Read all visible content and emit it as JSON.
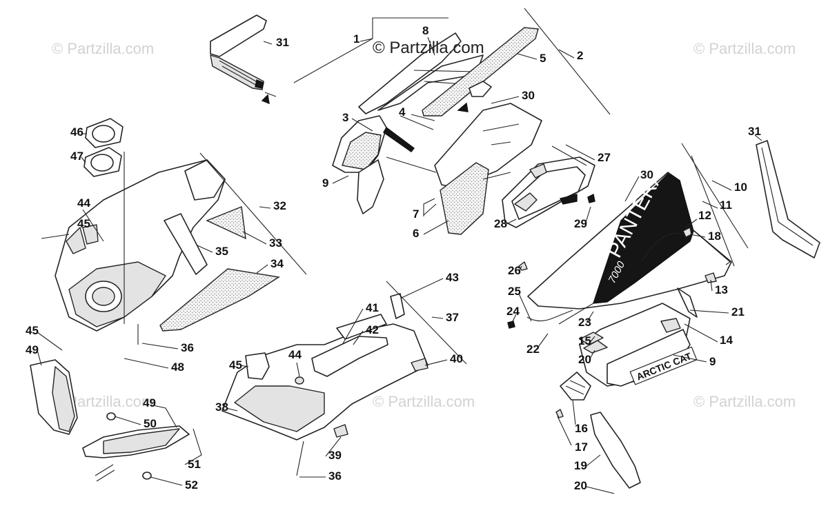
{
  "watermarks": {
    "main": "© Partzilla.com",
    "faint": "© Partzilla.com"
  },
  "decals": {
    "model_name": "PANTERA",
    "model_number": "7000",
    "brand": "ARCTIC CAT"
  },
  "callouts": [
    {
      "id": "c1",
      "label": "1"
    },
    {
      "id": "c2",
      "label": "2"
    },
    {
      "id": "c3",
      "label": "3"
    },
    {
      "id": "c4",
      "label": "4"
    },
    {
      "id": "c5",
      "label": "5"
    },
    {
      "id": "c6",
      "label": "6"
    },
    {
      "id": "c7",
      "label": "7"
    },
    {
      "id": "c8",
      "label": "8"
    },
    {
      "id": "c9a",
      "label": "9"
    },
    {
      "id": "c9b",
      "label": "9"
    },
    {
      "id": "c10",
      "label": "10"
    },
    {
      "id": "c11",
      "label": "11"
    },
    {
      "id": "c12",
      "label": "12"
    },
    {
      "id": "c13",
      "label": "13"
    },
    {
      "id": "c14",
      "label": "14"
    },
    {
      "id": "c15",
      "label": "15"
    },
    {
      "id": "c16",
      "label": "16"
    },
    {
      "id": "c17",
      "label": "17"
    },
    {
      "id": "c18",
      "label": "18"
    },
    {
      "id": "c19",
      "label": "19"
    },
    {
      "id": "c20a",
      "label": "20"
    },
    {
      "id": "c20b",
      "label": "20"
    },
    {
      "id": "c21",
      "label": "21"
    },
    {
      "id": "c22",
      "label": "22"
    },
    {
      "id": "c23",
      "label": "23"
    },
    {
      "id": "c24",
      "label": "24"
    },
    {
      "id": "c25",
      "label": "25"
    },
    {
      "id": "c26",
      "label": "26"
    },
    {
      "id": "c27",
      "label": "27"
    },
    {
      "id": "c28",
      "label": "28"
    },
    {
      "id": "c29",
      "label": "29"
    },
    {
      "id": "c30a",
      "label": "30"
    },
    {
      "id": "c30b",
      "label": "30"
    },
    {
      "id": "c31a",
      "label": "31"
    },
    {
      "id": "c31b",
      "label": "31"
    },
    {
      "id": "c32",
      "label": "32"
    },
    {
      "id": "c33",
      "label": "33"
    },
    {
      "id": "c34",
      "label": "34"
    },
    {
      "id": "c35",
      "label": "35"
    },
    {
      "id": "c36a",
      "label": "36"
    },
    {
      "id": "c36b",
      "label": "36"
    },
    {
      "id": "c37",
      "label": "37"
    },
    {
      "id": "c38",
      "label": "38"
    },
    {
      "id": "c39",
      "label": "39"
    },
    {
      "id": "c40",
      "label": "40"
    },
    {
      "id": "c41",
      "label": "41"
    },
    {
      "id": "c42",
      "label": "42"
    },
    {
      "id": "c43",
      "label": "43"
    },
    {
      "id": "c44a",
      "label": "44"
    },
    {
      "id": "c44b",
      "label": "44"
    },
    {
      "id": "c45a",
      "label": "45"
    },
    {
      "id": "c45b",
      "label": "45"
    },
    {
      "id": "c45c",
      "label": "45"
    },
    {
      "id": "c46",
      "label": "46"
    },
    {
      "id": "c47",
      "label": "47"
    },
    {
      "id": "c48",
      "label": "48"
    },
    {
      "id": "c49a",
      "label": "49"
    },
    {
      "id": "c49b",
      "label": "49"
    },
    {
      "id": "c50",
      "label": "50"
    },
    {
      "id": "c51",
      "label": "51"
    },
    {
      "id": "c52",
      "label": "52"
    }
  ]
}
